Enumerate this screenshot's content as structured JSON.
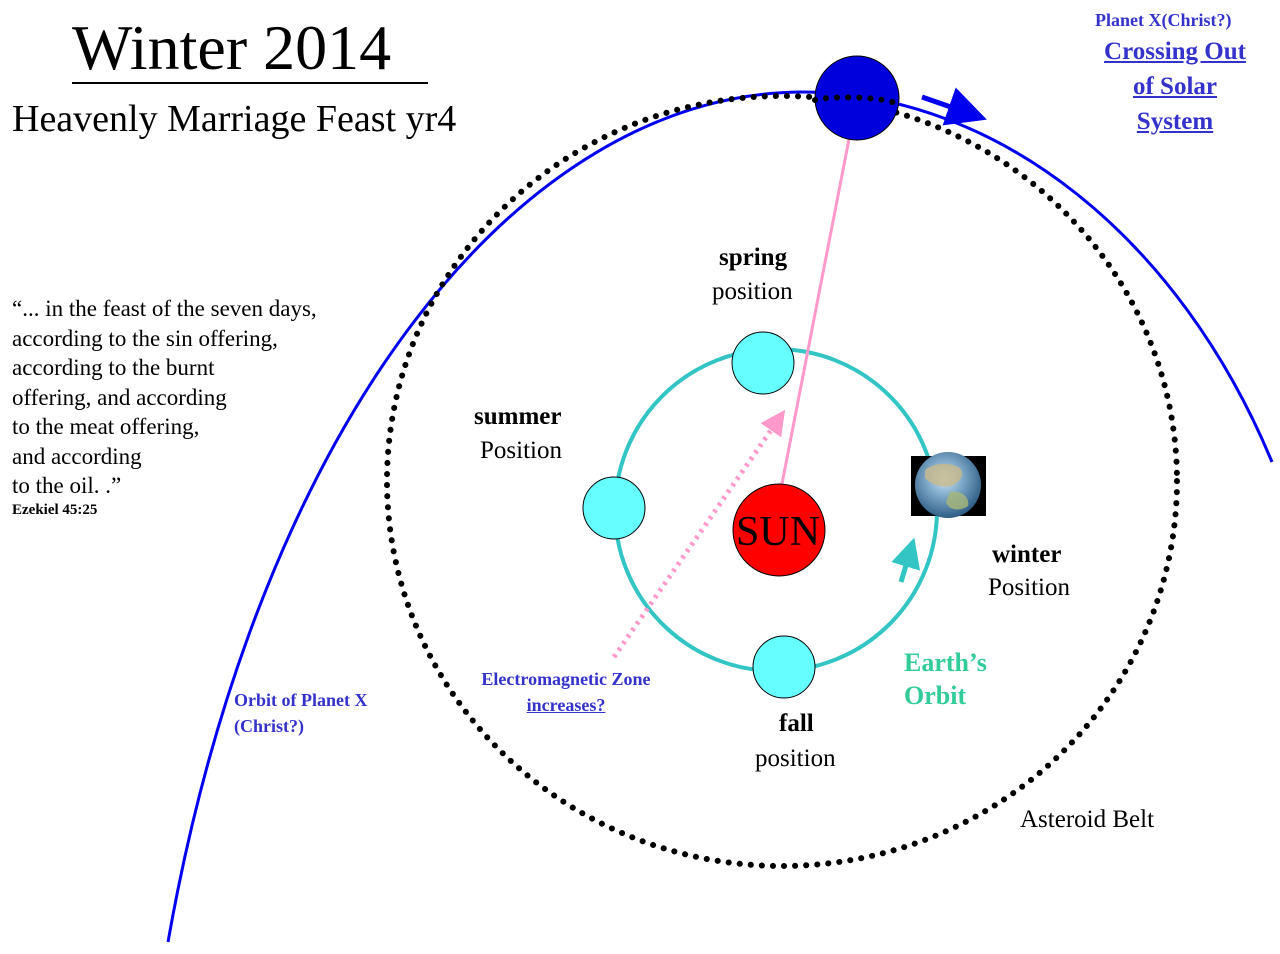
{
  "title": "Winter 2014",
  "subtitle": "Heavenly Marriage Feast yr4",
  "quote": {
    "lines": [
      "“... in the feast of the seven days,",
      "according to the sin offering,",
      "according to the burnt",
      "offering, and according",
      "to the meat offering,",
      "and according",
      "to the oil. .”"
    ],
    "reference": "Ezekiel 45:25"
  },
  "planet_x": {
    "heading": "Planet X(Christ?)",
    "crossing_lines": [
      "Crossing Out",
      "of Solar",
      "System"
    ],
    "orbit_label_lines": [
      "Orbit of Planet X",
      "(Christ?)"
    ]
  },
  "positions": {
    "spring": {
      "season": "spring",
      "word": "position"
    },
    "summer": {
      "season": "summer",
      "word": "Position"
    },
    "fall": {
      "season": "fall",
      "word": "position"
    },
    "winter": {
      "season": "winter",
      "word": "Position"
    }
  },
  "sun_label": "SUN",
  "em_zone": {
    "line1": "Electromagnetic Zone",
    "line2": "increases?"
  },
  "earth_orbit_lines": [
    "Earth’s",
    "Orbit"
  ],
  "asteroid_belt": "Asteroid Belt",
  "colors": {
    "planet_x": "#0000dd",
    "planet_x_orbit": "#0000ee",
    "earth_orbit": "#33c4c4",
    "earth_position": "#66ffff",
    "sun": "#ff0000",
    "pink_line": "#ff99cc",
    "label_blue": "#3333cc",
    "label_green": "#33cc99"
  }
}
